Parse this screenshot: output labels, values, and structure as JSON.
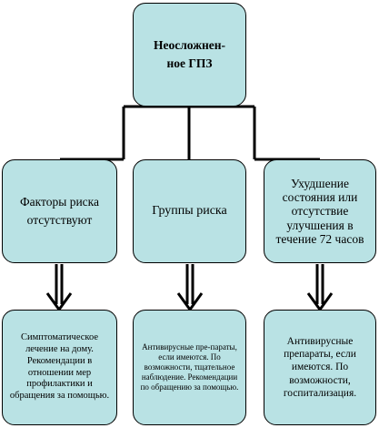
{
  "root": {
    "label": "Неосложнен-ное ГПЗ"
  },
  "branches": [
    {
      "label": "Факторы риска отсутствуют",
      "recommendation": "Симптоматическое лечение на дому. Рекомендации в отношении мер профилактики и обращения за помощью."
    },
    {
      "label": "Группы риска",
      "recommendation": "Антивирусные пре-параты, если имеются. По возможности, тщательное наблюдение. Рекомендации по обращению за помощью."
    },
    {
      "label": "Ухудшение состояния или отсутствие улучшения в течение 72 часов",
      "recommendation": "Антивирусные препараты, если имеются. По возможности, госпитализация."
    }
  ],
  "colors": {
    "node_fill": "#b9e2e4",
    "line": "#000000"
  }
}
